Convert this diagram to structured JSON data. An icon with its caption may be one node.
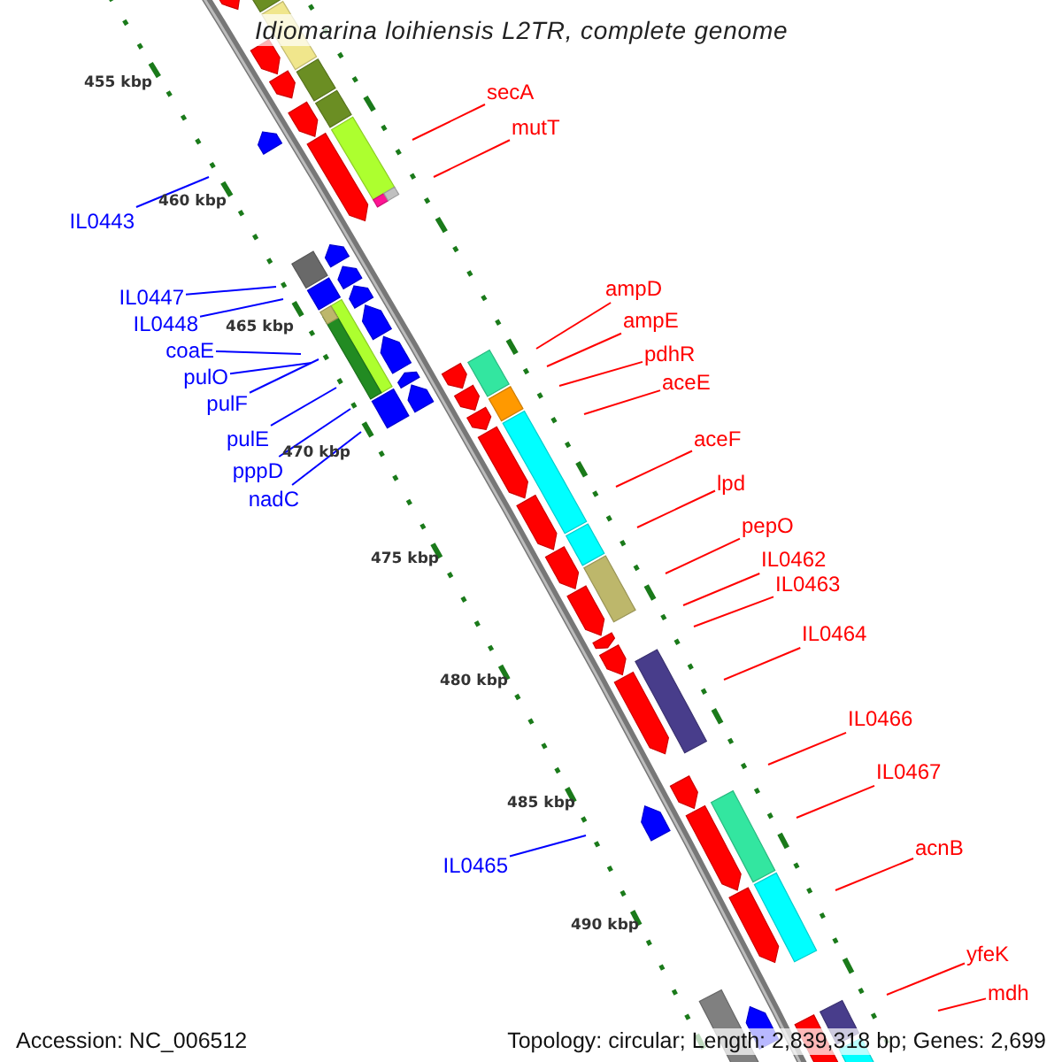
{
  "diagram": {
    "title": "Idiomarina loihiensis L2TR, complete genome",
    "nodes": [
      {
        "text": [
          "secA"
        ]
      },
      {
        "text": [
          "mutT"
        ]
      },
      {
        "text": [
          "IL0443"
        ]
      },
      {
        "text": [
          "ampD"
        ]
      },
      {
        "text": [
          "IL0447"
        ]
      },
      {
        "text": [
          "ampE"
        ]
      },
      {
        "text": [
          "IL0448"
        ]
      },
      {
        "text": [
          "coaE"
        ]
      },
      {
        "text": [
          "pdhR"
        ]
      },
      {
        "text": [
          "pulO"
        ]
      },
      {
        "text": [
          "aceE"
        ]
      },
      {
        "text": [
          "pulF"
        ]
      },
      {
        "text": [
          "pulE"
        ]
      },
      {
        "text": [
          "aceF"
        ]
      },
      {
        "text": [
          "pppD"
        ]
      },
      {
        "text": [
          "lpd"
        ]
      },
      {
        "text": [
          "nadC"
        ]
      },
      {
        "text": [
          "pepO"
        ]
      },
      {
        "text": [
          "IL0462"
        ]
      },
      {
        "text": [
          "IL0463"
        ]
      },
      {
        "text": [
          "IL0464"
        ]
      },
      {
        "text": [
          "IL0466"
        ]
      },
      {
        "text": [
          "IL0467"
        ]
      },
      {
        "text": [
          "acnB"
        ]
      },
      {
        "text": [
          "IL0465"
        ]
      },
      {
        "text": [
          "yfeK"
        ]
      },
      {
        "text": [
          "mdh"
        ]
      }
    ],
    "edges": [
      {
        "from": 0,
        "to": null,
        "arrow": "none"
      },
      {
        "from": 1,
        "to": null,
        "arrow": "none"
      },
      {
        "from": 2,
        "to": null,
        "arrow": "none",
        "color": "#0000ff"
      },
      {
        "from": 3,
        "to": null,
        "arrow": "none"
      },
      {
        "from": 4,
        "to": null,
        "arrow": "none",
        "color": "#0000ff"
      },
      {
        "from": 5,
        "to": null,
        "arrow": "none"
      },
      {
        "from": 6,
        "to": null,
        "arrow": "none",
        "color": "#0000ff"
      },
      {
        "from": 7,
        "to": null,
        "arrow": "none",
        "color": "#0000ff"
      },
      {
        "from": 8,
        "to": null,
        "arrow": "none"
      },
      {
        "from": 9,
        "to": null,
        "arrow": "none",
        "color": "#0000ff"
      },
      {
        "from": 10,
        "to": null,
        "arrow": "none"
      },
      {
        "from": 11,
        "to": null,
        "arrow": "none",
        "color": "#0000ff"
      },
      {
        "from": 12,
        "to": null,
        "arrow": "none",
        "color": "#0000ff"
      },
      {
        "from": 13,
        "to": null,
        "arrow": "none"
      },
      {
        "from": 14,
        "to": null,
        "arrow": "none",
        "color": "#0000ff"
      },
      {
        "from": 15,
        "to": null,
        "arrow": "none"
      },
      {
        "from": 16,
        "to": null,
        "arrow": "none",
        "color": "#0000ff"
      },
      {
        "from": 17,
        "to": null,
        "arrow": "none"
      },
      {
        "from": 18,
        "to": null,
        "arrow": "none"
      },
      {
        "from": 19,
        "to": null,
        "arrow": "none"
      },
      {
        "from": 20,
        "to": null,
        "arrow": "none"
      },
      {
        "from": 21,
        "to": null,
        "arrow": "none"
      },
      {
        "from": 22,
        "to": null,
        "arrow": "none"
      },
      {
        "from": 23,
        "to": null,
        "arrow": "none"
      },
      {
        "from": 24,
        "to": null,
        "arrow": "none",
        "color": "#0000ff"
      },
      {
        "from": 25,
        "to": null,
        "arrow": "none"
      },
      {
        "from": 26,
        "to": null,
        "arrow": "none"
      }
    ],
    "labels": [
      "455 kbp",
      "460 kbp",
      "465 kbp",
      "470 kbp",
      "475 kbp",
      "480 kbp",
      "485 kbp",
      "490 kbp",
      "Accession: NC_006512",
      "Topology: circular; Length: 2,839,318 bp; Genes: 2,699"
    ]
  }
}
